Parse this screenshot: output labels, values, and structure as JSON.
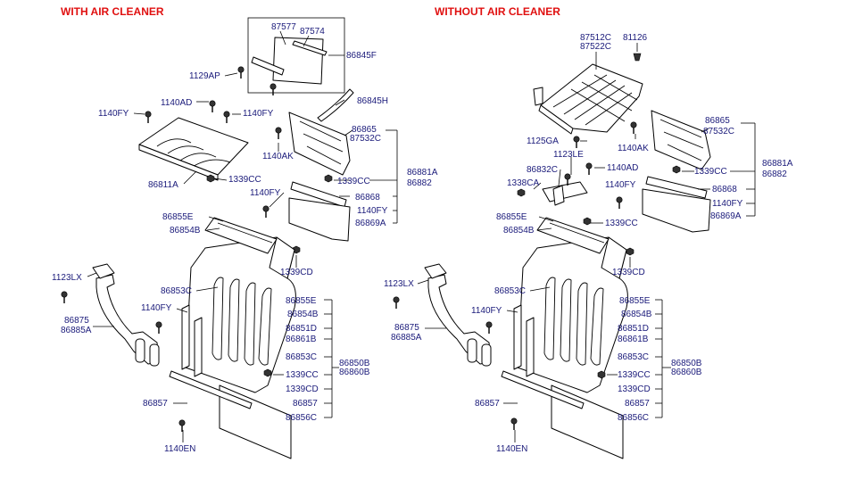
{
  "diagram": {
    "left": {
      "title": "WITH AIR CLEANER",
      "labels": {
        "p87577": "87577",
        "p87574": "87574",
        "p86845F": "86845F",
        "p1129AP": "1129AP",
        "p86845H": "86845H",
        "p1140AD": "1140AD",
        "p1140FY_a": "1140FY",
        "p1140FY_b": "1140FY",
        "p86865": "86865",
        "p87532C": "87532C",
        "p1140AK": "1140AK",
        "p86811A": "86811A",
        "p1339CC_a": "1339CC",
        "p1339CC_b": "1339CC",
        "p86881A": "86881A",
        "p86882": "86882",
        "p1140FY_c": "1140FY",
        "p86868": "86868",
        "p1140FY_d": "1140FY",
        "p86869A": "86869A",
        "p86855E_a": "86855E",
        "p86854B_a": "86854B",
        "p1339CD_a": "1339CD",
        "p1123LX": "1123LX",
        "p86853C_a": "86853C",
        "p86855E_b": "86855E",
        "p86854B_b": "86854B",
        "p1140FY_e": "1140FY",
        "p86875": "86875",
        "p86885A": "86885A",
        "p86851D": "86851D",
        "p86861B": "86861B",
        "p86853C_b": "86853C",
        "p1339CC_c": "1339CC",
        "p86850B": "86850B",
        "p86860B": "86860B",
        "p1339CD_b": "1339CD",
        "p86857_a": "86857",
        "p86857_b": "86857",
        "p86856C": "86856C",
        "p1140EN": "1140EN"
      }
    },
    "right": {
      "title": "WITHOUT AIR CLEANER",
      "labels": {
        "p87512C": "87512C",
        "p87522C": "87522C",
        "p81126": "81126",
        "p86865": "86865",
        "p87532C": "87532C",
        "p1125GA": "1125GA",
        "p1140AK": "1140AK",
        "p1123LE": "1123LE",
        "p86832C": "86832C",
        "p1140AD": "1140AD",
        "p1338CA": "1338CA",
        "p1339CC_a": "1339CC",
        "p86881A": "86881A",
        "p86882": "86882",
        "p1140FY_a": "1140FY",
        "p86868": "86868",
        "p1140FY_b": "1140FY",
        "p1339CC_b": "1339CC",
        "p86869A": "86869A",
        "p86855E_a": "86855E",
        "p86854B_a": "86854B",
        "p1339CD_a": "1339CD",
        "p1123LX": "1123LX",
        "p86853C_a": "86853C",
        "p86855E_b": "86855E",
        "p86854B_b": "86854B",
        "p1140FY_c": "1140FY",
        "p86875": "86875",
        "p86885A": "86885A",
        "p86851D": "86851D",
        "p86861B": "86861B",
        "p86853C_b": "86853C",
        "p1339CC_c": "1339CC",
        "p86850B": "86850B",
        "p86860B": "86860B",
        "p1339CD_b": "1339CD",
        "p86857_a": "86857",
        "p86857_b": "86857",
        "p86856C": "86856C",
        "p1140EN": "1140EN"
      }
    }
  }
}
